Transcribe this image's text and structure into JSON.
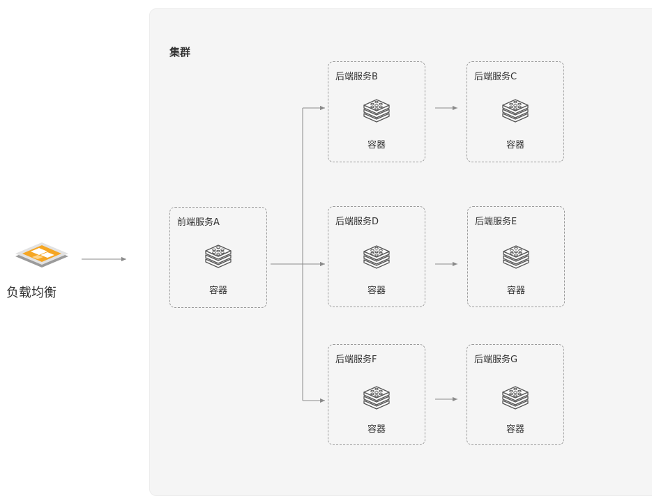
{
  "load_balancer": {
    "label": "负载均衡",
    "icon": "load-balancer-icon"
  },
  "cluster": {
    "title": "集群"
  },
  "frontend": {
    "title": "前端服务A",
    "container_label": "容器"
  },
  "backends": [
    {
      "title": "后端服务B",
      "container_label": "容器"
    },
    {
      "title": "后端服务C",
      "container_label": "容器"
    },
    {
      "title": "后端服务D",
      "container_label": "容器"
    },
    {
      "title": "后端服务E",
      "container_label": "容器"
    },
    {
      "title": "后端服务F",
      "container_label": "容器"
    },
    {
      "title": "后端服务G",
      "container_label": "容器"
    }
  ],
  "colors": {
    "accent": "#f5a623",
    "line": "#8a8a8a",
    "cluster_bg": "#f5f5f5"
  }
}
